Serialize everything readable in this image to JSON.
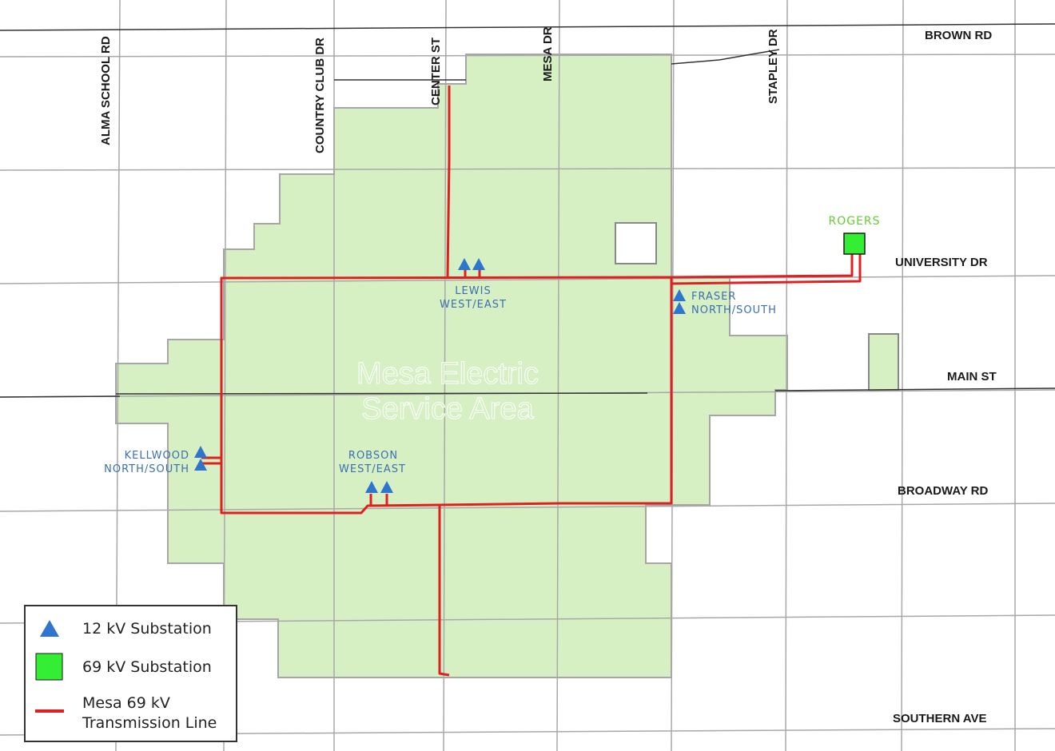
{
  "roads": {
    "ns": [
      "ALMA SCHOOL RD",
      "COUNTRY CLUB DR",
      "CENTER ST",
      "MESA DR",
      "STAPLEY DR"
    ],
    "ew": [
      "BROWN RD",
      "UNIVERSITY DR",
      "MAIN ST",
      "BROADWAY RD",
      "SOUTHERN AVE"
    ]
  },
  "substations": {
    "lewis": [
      "LEWIS",
      "WEST/EAST"
    ],
    "fraser": [
      "FRASER",
      "NORTH/SOUTH"
    ],
    "kellwood": [
      "KELLWOOD",
      "NORTH/SOUTH"
    ],
    "robson": [
      "ROBSON",
      "WEST/EAST"
    ],
    "rogers": "ROGERS"
  },
  "area_label": [
    "Mesa Electric",
    "Service Area"
  ],
  "legend": {
    "items": [
      {
        "symbol": "triangle",
        "label": "12 kV Substation"
      },
      {
        "symbol": "square",
        "label": "69 kV Substation"
      },
      {
        "symbol": "line",
        "label": [
          "Mesa 69 kV",
          "Transmission Line"
        ]
      }
    ]
  },
  "colors": {
    "service_area": "#d6f0c4",
    "service_area_border": "#a6a6a6",
    "transmission_line": "#e02020",
    "substation_12kv": "#2e75cf",
    "substation_69kv": "#33ee33",
    "road": "#2a2a2a",
    "label_blue": "#3b6fb3",
    "rogers_label": "#66cc33"
  }
}
